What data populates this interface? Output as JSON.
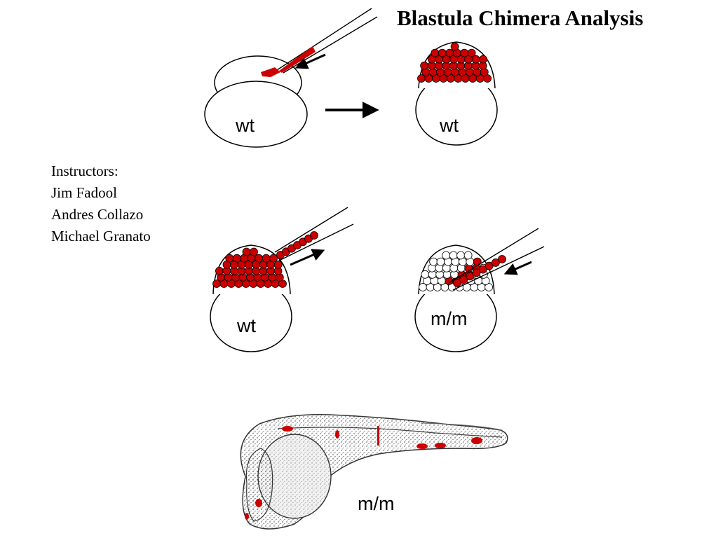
{
  "slide": {
    "title": "Blastula Chimera Analysis",
    "instructors": {
      "heading": "Instructors:",
      "names": [
        "Jim Fadool",
        "Andres Collazo",
        "Michael Granato"
      ]
    }
  },
  "diagram": {
    "labels": {
      "donor_top": "wt",
      "host_top": "wt",
      "donor_mid": "wt",
      "host_mid": "m/m",
      "larva": "m/m"
    },
    "colors": {
      "labeled_cell": "#cc0000",
      "outline": "#000000",
      "background": "#ffffff"
    }
  }
}
